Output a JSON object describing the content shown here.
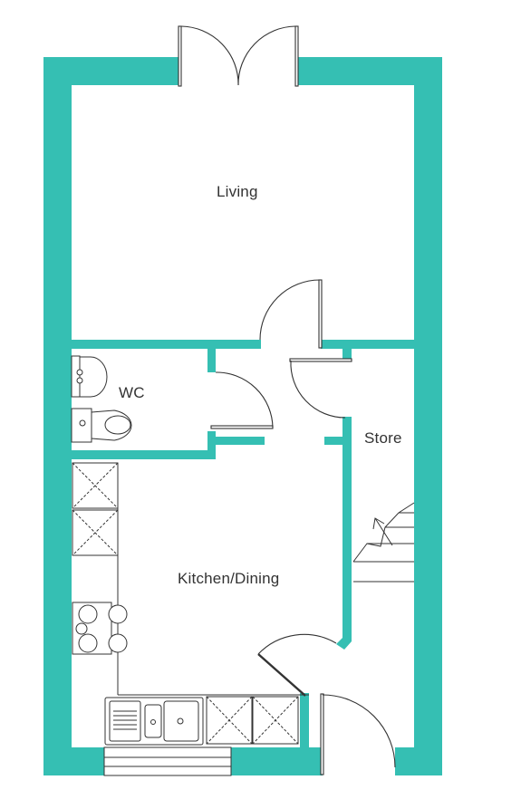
{
  "rooms": {
    "living": "Living",
    "wc": "WC",
    "store": "Store",
    "kitchen": "Kitchen/Dining"
  },
  "colors": {
    "wall": "#35BFB3",
    "line": "#333333",
    "background": "#FFFFFF"
  }
}
